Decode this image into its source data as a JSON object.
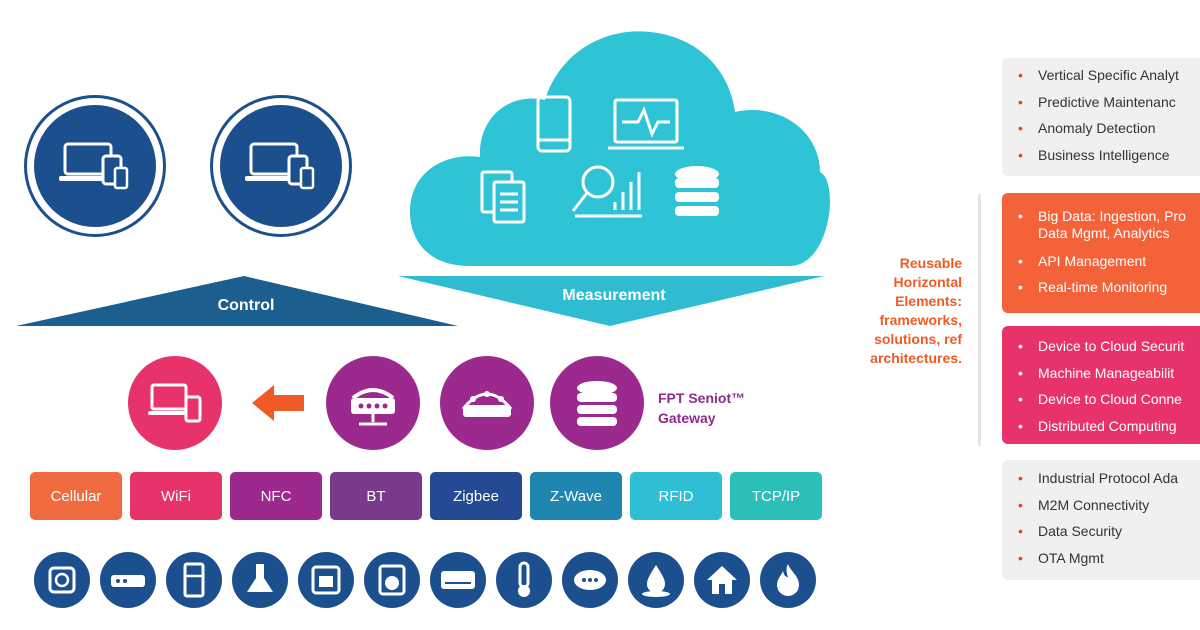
{
  "banners": {
    "control": "Control",
    "measurement": "Measurement"
  },
  "gateway": {
    "line1": "FPT Seniot™",
    "line2": "Gateway"
  },
  "protocols": [
    {
      "label": "Cellular",
      "color": "#ef6a3f"
    },
    {
      "label": "WiFi",
      "color": "#e8336a"
    },
    {
      "label": "NFC",
      "color": "#9c2a8e"
    },
    {
      "label": "BT",
      "color": "#7a3a8a"
    },
    {
      "label": "Zigbee",
      "color": "#244a93"
    },
    {
      "label": "Z-Wave",
      "color": "#1f86b0"
    },
    {
      "label": "RFID",
      "color": "#2fbfd4"
    },
    {
      "label": "TCP/IP",
      "color": "#2cbfb8"
    }
  ],
  "bottom_icons": [
    "socket-icon",
    "router-icon",
    "fridge-icon",
    "range-hood-icon",
    "oven-icon",
    "washing-machine-icon",
    "air-conditioner-icon",
    "thermometer-icon",
    "smoke-detector-icon",
    "water-leak-icon",
    "home-icon",
    "fire-icon"
  ],
  "reusable": {
    "line1": "Reusable",
    "line2": "Horizontal",
    "line3": "Elements:",
    "line4": "frameworks,",
    "line5": "solutions, ref",
    "line6": "architectures."
  },
  "panels": {
    "analytics": [
      "Vertical Specific Analyt",
      "Predictive Maintenanc",
      "Anomaly Detection",
      "Business Intelligence"
    ],
    "platform": [
      "Big Data: Ingestion, Pro Data Mgmt, Analytics",
      "API Management",
      "Real-time Monitoring"
    ],
    "security": [
      "Device to Cloud Securit",
      "Machine Manageabilit",
      "Device to Cloud Conne",
      "Distributed Computing"
    ],
    "connectivity": [
      "Industrial Protocol Ada",
      "M2M Connectivity",
      "Data Security",
      "OTA Mgmt"
    ]
  },
  "colors": {
    "navy": "#1c4f8e",
    "cloud": "#2fc3d6",
    "magenta": "#e8336a",
    "purple": "#9c2a8e",
    "orange": "#f15a24"
  }
}
